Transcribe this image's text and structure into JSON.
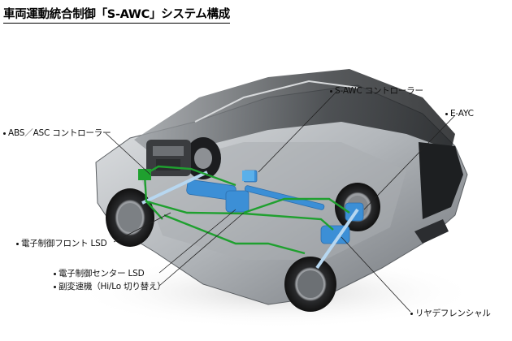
{
  "title": "車両運動統合制御「S-AWC」システム構成",
  "labels": {
    "s_awc": "S-AWC コントローラー",
    "e_ayc": "E-AYC",
    "abs_asc": "ABS／ASC コントローラー",
    "front_lsd": "電子制御フロント LSD",
    "center_lsd": "電子制御センター LSD",
    "transfer": "副変速機（Hi/Lo 切り替え）",
    "rear_diff": "リヤデフレンシャル"
  },
  "colors": {
    "accent_green": "#1fa02f",
    "accent_blue": "#3c8fd6",
    "body_silver": "#b9bcbf",
    "glass_dark": "#2a2c2e"
  }
}
